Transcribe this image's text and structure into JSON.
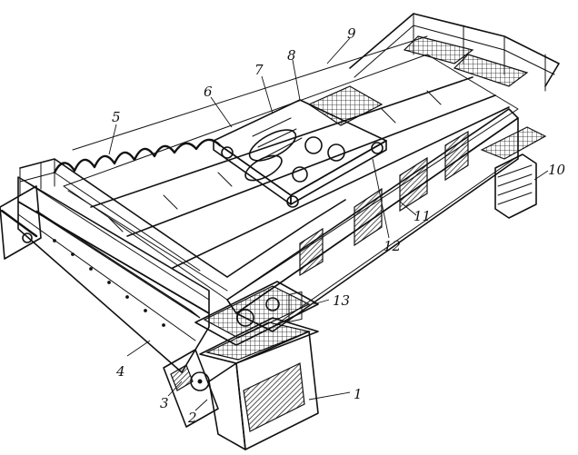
{
  "callouts": [
    "1",
    "2",
    "3",
    "4",
    "5",
    "6",
    "7",
    "8",
    "9",
    "10",
    "11",
    "12",
    "13"
  ],
  "colors": {
    "ink": "#111111",
    "paper": "#ffffff"
  }
}
